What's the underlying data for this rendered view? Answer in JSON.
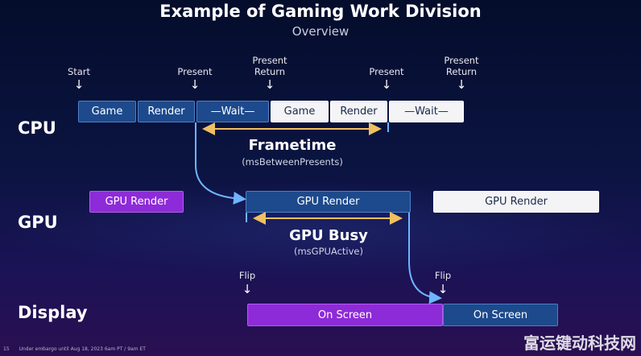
{
  "title": "Example of Gaming Work Division",
  "subtitle": "Overview",
  "rows": {
    "cpu": "CPU",
    "gpu": "GPU",
    "display": "Display"
  },
  "markers": {
    "start": "Start",
    "present1": "Present",
    "present_return1_line1": "Present",
    "present_return1_line2": "Return",
    "present2": "Present",
    "present_return2_line1": "Present",
    "present_return2_line2": "Return",
    "flip1": "Flip",
    "flip2": "Flip"
  },
  "cpu_blocks": {
    "game1": "Game",
    "render1": "Render",
    "wait1": "—Wait—",
    "game2": "Game",
    "render2": "Render",
    "wait2": "—Wait—"
  },
  "gpu_blocks": {
    "render1": "GPU Render",
    "render2": "GPU Render",
    "render3": "GPU Render"
  },
  "display_blocks": {
    "screen1": "On Screen",
    "screen2": "On Screen"
  },
  "measures": {
    "frametime": "Frametime",
    "frametime_metric": "(msBetweenPresents)",
    "gpubusy": "GPU Busy",
    "gpubusy_metric": "(msGPUActive)"
  },
  "footer": {
    "page_number": "15",
    "embargo": "Under embargo until Aug 18, 2023 6am PT / 9am ET"
  },
  "watermark": "富运键动科技网",
  "colors": {
    "blue_block": "#1d4a8c",
    "white_block": "#f4f4f6",
    "purple_block": "#8e2bd8",
    "measure_arrow": "#f0c060",
    "connector": "#6fb4ff"
  }
}
